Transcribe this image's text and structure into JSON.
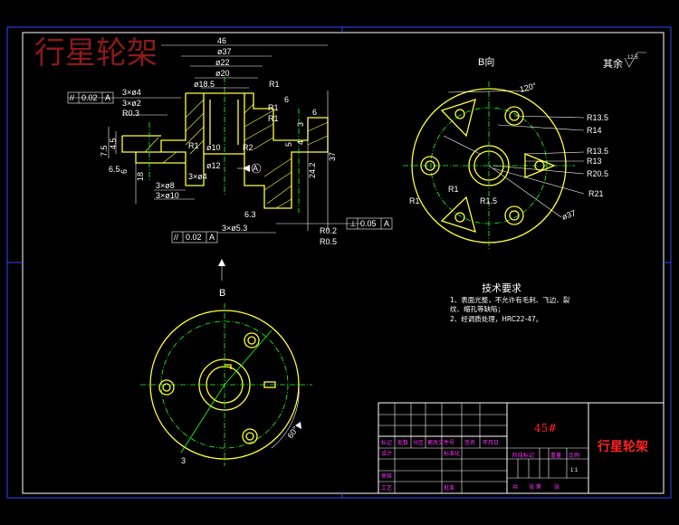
{
  "watermark": "行星轮架",
  "views": {
    "section": "",
    "view_b_label": "B向",
    "b_arrow": "B"
  },
  "roughness_note": "其余",
  "roughness_value": "12.5",
  "dims": {
    "d46": "46",
    "d37": "ø37",
    "d22": "ø22",
    "d20": "ø20",
    "d18_5": "ø18.5",
    "r1_top": "R1",
    "six": "6",
    "sixb": "6",
    "r0_3": "R0.3",
    "holes4": "3×ø4",
    "holes2": "3×ø2",
    "holes8": "3×ø8",
    "holes10": "3×ø10",
    "r1_left": "R1",
    "r1_mid": "R1",
    "r2": "R2",
    "r1_right": "R1",
    "d10": "ø10",
    "d12": "ø12",
    "holes40": "3×ø4",
    "dA": "A",
    "d24_2": "24.2",
    "d37v": "37",
    "d18": "18",
    "d7_5": "7.5",
    "d4_5": "4.5",
    "d6_5": "6.5",
    "d6": "6",
    "d5": "5",
    "d3": "3",
    "d4": "4",
    "r0_2": "R0.2",
    "r0_5": "R0.5",
    "d6_3": "6.3",
    "holes53": "3×ø5.3",
    "deg60": "60°"
  },
  "tolerances": [
    {
      "sym": "//",
      "val": "0.02",
      "ref": "A"
    },
    {
      "sym": "//",
      "val": "0.02",
      "ref": "A"
    },
    {
      "sym": "⊥",
      "val": "0.05",
      "ref": "A"
    }
  ],
  "bview": {
    "deg120": "120°",
    "r13_5a": "R13.5",
    "r14": "R14",
    "r13_5b": "R13.5",
    "r13": "R13",
    "r20_5": "R20.5",
    "r21": "R21",
    "r1a": "R1",
    "r1b": "R1",
    "r1_5": "R1.5",
    "d37": "ø37"
  },
  "tech_req": {
    "title": "技术要求",
    "items": [
      "1、表面光整，不允许有毛刺、飞边、裂",
      "纹、缩孔等缺陷；",
      "2、经调质处理，HRC22-47。"
    ]
  },
  "titleblock": {
    "material": "45#",
    "part_name": "行星轮架",
    "hdr": [
      "标记",
      "处数",
      "分区",
      "更改文件号",
      "签名",
      "年月日"
    ],
    "row2": [
      "设计",
      "标准化"
    ],
    "mid": [
      "阶段标记",
      "重量",
      "比例"
    ],
    "scale": "1:1",
    "row_review": "审核",
    "row_craft": "工艺",
    "row_approve": "批准",
    "sheets": "共",
    "sheet_of": "张 第",
    "sheet_end": "张"
  }
}
